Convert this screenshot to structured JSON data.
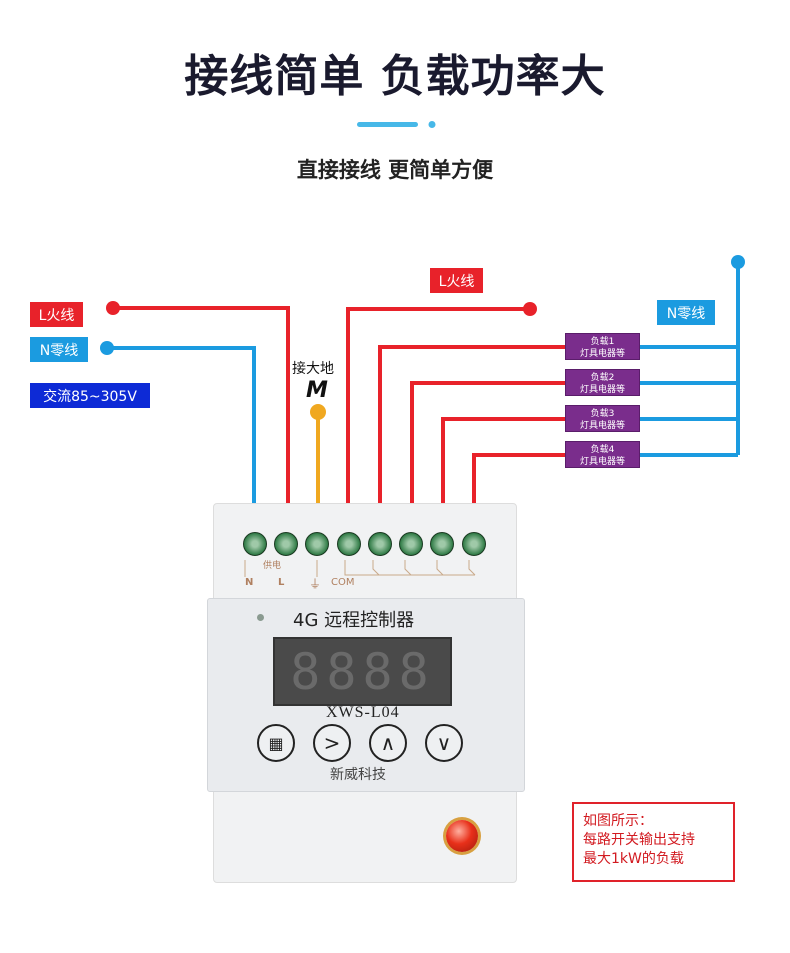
{
  "title": "接线简单 负载功率大",
  "subtitle": "直接接线 更简单方便",
  "labels": {
    "l_live_left": "L火线",
    "n_neutral_left": "N零线",
    "voltage": "交流85~305V",
    "ground": "接大地",
    "ground_symbol": "M",
    "l_live_top": "L火线",
    "n_neutral_right": "N零线"
  },
  "loads": [
    {
      "line1": "负载1",
      "line2": "灯具电器等"
    },
    {
      "line1": "负载2",
      "line2": "灯具电器等"
    },
    {
      "line1": "负载3",
      "line2": "灯具电器等"
    },
    {
      "line1": "负载4",
      "line2": "灯具电器等"
    }
  ],
  "device": {
    "power_label": "供电",
    "terminal_n": "N",
    "terminal_l": "L",
    "terminal_ground": "⏚",
    "terminal_com": "COM",
    "name": "4G 远程控制器",
    "display": "8888",
    "model": "XWS-L04",
    "brand": "新威科技",
    "buttons": [
      "menu",
      "right",
      "up",
      "down"
    ]
  },
  "note": {
    "line1": "如图所示：",
    "line2": "每路开关输出支持",
    "line3": "最大1kW的负载"
  },
  "colors": {
    "live": "#e8222a",
    "neutral": "#1b9be0",
    "ground": "#f0a820",
    "load": "#7a2d8c"
  }
}
